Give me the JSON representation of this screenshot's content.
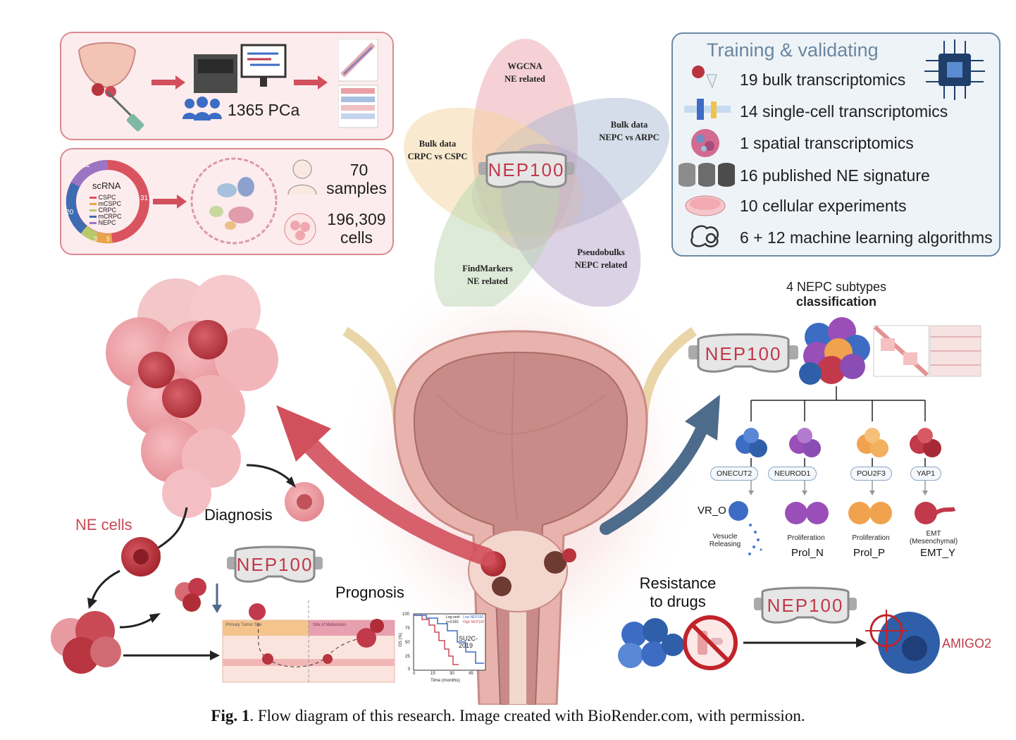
{
  "top_left": {
    "pca_count": "1365 PCa",
    "scrna_title": "scRNA",
    "legend": [
      "CSPC",
      "mCSPC",
      "CRPC",
      "mCRPC",
      "NEPC"
    ],
    "legend_colors": [
      "#d9545f",
      "#e8a44a",
      "#b8c96a",
      "#3d6cb3",
      "#9b74c4"
    ],
    "ring_numbers": [
      "11",
      "31",
      "20",
      "3",
      "5"
    ],
    "samples_count": "70",
    "samples_label": "samples",
    "cells_count": "196,309",
    "cells_label": "cells"
  },
  "venn": {
    "center_label": "NEP100",
    "sets": [
      {
        "line1": "WGCNA",
        "line2": "NE related"
      },
      {
        "line1": "Bulk data",
        "line2": "NEPC vs ARPC"
      },
      {
        "line1": "Bulk data",
        "line2": "CRPC vs CSPC"
      },
      {
        "line1": "Pseudobulks",
        "line2": "NEPC related"
      },
      {
        "line1": "FindMarkers",
        "line2": "NE related"
      }
    ]
  },
  "training": {
    "title": "Training & validating",
    "items": [
      "19 bulk transcriptomics",
      "14 single-cell transcriptomics",
      "1 spatial transcriptomics",
      "16 published NE signature",
      "10 cellular experiments",
      "6 + 12 machine learning algorithms"
    ]
  },
  "left": {
    "ne_cells": "NE cells",
    "diagnosis": "Diagnosis",
    "prognosis": "Prognosis",
    "goggle_label": "NEP100",
    "tissue_primary": "Primary Tumor Site",
    "tissue_meta": "Site of Metastasis",
    "km": {
      "title": "SU2C-2019",
      "ylabel": "OS (%)",
      "xlabel": "Time (months)",
      "yticks": [
        "100",
        "75",
        "50",
        "25",
        "0"
      ],
      "xticks": [
        "0",
        "15",
        "30",
        "45"
      ],
      "stats1": "Log-rank",
      "stats2": "p<0.001",
      "legend_low": "Low NEP100",
      "legend_high": "High NEP100"
    }
  },
  "right": {
    "subtypes_line1": "4 NEPC subtypes",
    "subtypes_line2": "classification",
    "goggle_label": "NEP100",
    "branches": [
      {
        "tf": "ONECUT2",
        "desc": "Vesucle Releasing",
        "name": "VR_O",
        "color": "#3d6cc4"
      },
      {
        "tf": "NEUROD1",
        "desc": "Proliferation",
        "name": "Prol_N",
        "color": "#9a4fb8"
      },
      {
        "tf": "POU2F3",
        "desc": "Proliferation",
        "name": "Prol_P",
        "color": "#f0a24e"
      },
      {
        "tf": "YAP1",
        "desc": "EMT (Mesenchymal)",
        "name": "EMT_Y",
        "color": "#c1394a"
      }
    ],
    "resistance_line1": "Resistance",
    "resistance_line2": "to drugs",
    "target": "AMIGO2",
    "goggle_label2": "NEP100"
  },
  "caption": {
    "label": "Fig. 1",
    "text": ".  Flow diagram of this research. Image created with BioRender.com, with permission."
  },
  "colors": {
    "panel_pink": "#fdecee",
    "panel_border": "#d98a8f",
    "training_border": "#6b8aa6",
    "ne_red": "#c1394a",
    "arrow_red": "#d1505c",
    "arrow_blue": "#4d6b8a"
  }
}
